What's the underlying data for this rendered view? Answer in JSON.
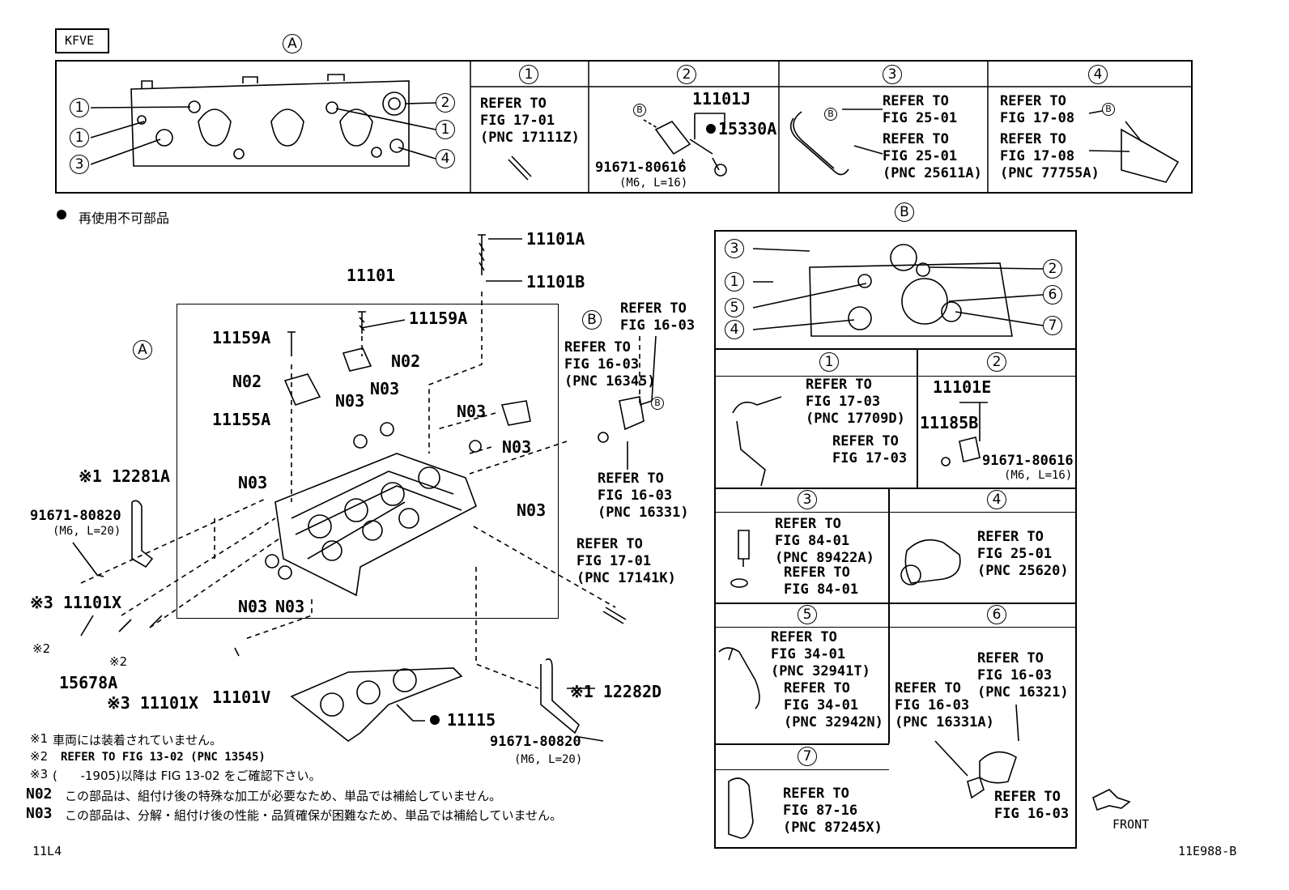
{
  "header": {
    "engine_code": "KFVE",
    "view_a": "A",
    "view_b": "B"
  },
  "top_panel": {
    "cols": [
      "1",
      "2",
      "3",
      "4"
    ],
    "col1": {
      "refer": "REFER TO\nFIG 17-01\n(PNC 17111Z)"
    },
    "col2": {
      "part": "11101J",
      "nonreuse": "15330A",
      "bolt": "91671-80616",
      "bolt_spec": "(M6, L=16)",
      "ref_b": "B"
    },
    "col3": {
      "refer_a": "REFER TO\nFIG 25-01",
      "refer_b": "REFER TO\nFIG 25-01\n(PNC 25611A)",
      "ref_b": "B"
    },
    "col4": {
      "refer_a": "REFER TO\nFIG 17-08",
      "refer_b": "REFER TO\nFIG 17-08\n(PNC 77755A)",
      "ref_b": "B"
    },
    "callouts": [
      "1",
      "1",
      "3",
      "2",
      "1",
      "4"
    ]
  },
  "legend_nonreuse": "再使用不可部品",
  "main": {
    "labels": {
      "p11101A": "11101A",
      "p11101B": "11101B",
      "p11101": "11101",
      "p11159A_a": "11159A",
      "p11159A_b": "11159A",
      "n02_a": "N02",
      "n02_b": "N02",
      "p11155A": "11155A",
      "n03_a": "N03",
      "n03_b": "N03",
      "n03_c": "N03",
      "n03_d": "N03",
      "n03_e": "N03",
      "n03_f": "N03",
      "n03_g": "N03",
      "n03_h": "N03",
      "ref_16345": "REFER TO\nFIG 16-03\n(PNC 16345)",
      "ref_1603": "REFER TO\nFIG 16-03",
      "ref_16331": "REFER TO\nFIG 16-03\n(PNC 16331)",
      "ref_17141K": "REFER TO\nFIG 17-01\n(PNC 17141K)",
      "p12281A": "※1 12281A",
      "bolt_a": "91671-80820",
      "bolt_a_spec": "(M6, L=20)",
      "p11101X_a": "※3 11101X",
      "note2_a": "※2",
      "note2_b": "※2",
      "p15678A": "15678A",
      "p11101X_b": "※3 11101X",
      "p11101V": "11101V",
      "p11115": "11115",
      "p12282D": "※1 12282D",
      "bolt_b": "91671-80820",
      "bolt_b_spec": "(M6, L=20)",
      "view_a": "A",
      "view_b": "B",
      "ref_b": "B"
    }
  },
  "notes": [
    {
      "mark": "※1",
      "text": "車両には装着されていません。"
    },
    {
      "mark": "※2",
      "text": "REFER TO FIG 13-02 (PNC 13545)"
    },
    {
      "mark": "※3",
      "text": "(      -1905)以降は FIG 13-02 をご確認下さい。"
    },
    {
      "mark": "N02",
      "text": "この部品は、組付け後の特殊な加工が必要なため、単品では補給していません。"
    },
    {
      "mark": "N03",
      "text": "この部品は、分解・組付け後の性能・品質確保が困難なため、単品では補給していません。"
    }
  ],
  "right_panel": {
    "view": "B",
    "callouts": [
      "3",
      "1",
      "5",
      "4",
      "2",
      "6",
      "7"
    ],
    "c1": {
      "num": "1",
      "refer_a": "REFER TO\nFIG 17-03\n(PNC 17709D)",
      "refer_b": "REFER TO\nFIG 17-03"
    },
    "c2": {
      "num": "2",
      "part_a": "11101E",
      "part_b": "11185B",
      "bolt": "91671-80616",
      "bolt_spec": "(M6, L=16)"
    },
    "c3": {
      "num": "3",
      "refer_a": "REFER TO\nFIG 84-01\n(PNC 89422A)",
      "refer_b": "REFER TO\nFIG 84-01"
    },
    "c4": {
      "num": "4",
      "refer": "REFER TO\nFIG 25-01\n(PNC 25620)"
    },
    "c5": {
      "num": "5",
      "refer_a": "REFER TO\nFIG 34-01\n(PNC 32941T)",
      "refer_b": "REFER TO\nFIG 34-01\n(PNC 32942N)"
    },
    "c6": {
      "num": "6",
      "refer_a": "REFER TO\nFIG 16-03\n(PNC 16331A)",
      "refer_b": "REFER TO\nFIG 16-03\n(PNC 16321)",
      "refer_c": "REFER TO\nFIG 16-03"
    },
    "c7": {
      "num": "7",
      "refer": "REFER TO\nFIG 87-16\n(PNC 87245X)"
    }
  },
  "front_label": "FRONT",
  "footer": {
    "left": "11L4",
    "right": "11E988-B"
  }
}
